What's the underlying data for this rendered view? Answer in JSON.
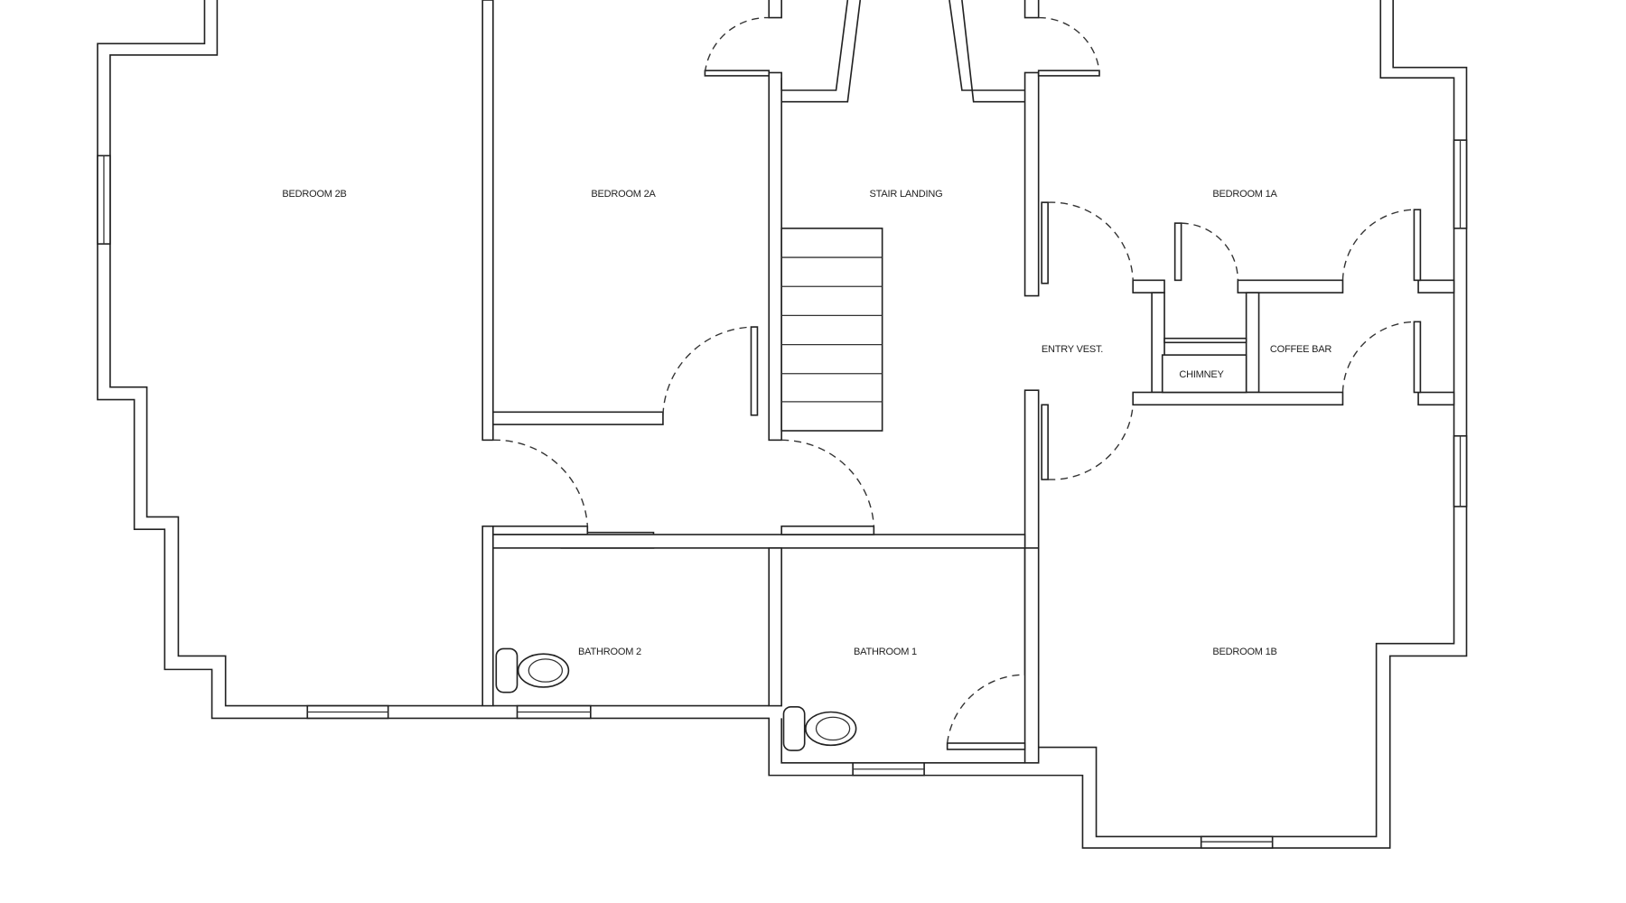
{
  "floor_plan": {
    "rooms": {
      "bedroom_2b": "BEDROOM 2B",
      "bedroom_2a": "BEDROOM 2A",
      "stair_landing": "STAIR LANDING",
      "bedroom_1a": "BEDROOM 1A",
      "entry_vest": "ENTRY VEST.",
      "coffee_bar": "COFFEE BAR",
      "chimney": "CHIMNEY",
      "bathroom_2": "BATHROOM 2",
      "bathroom_1": "BATHROOM 1",
      "bedroom_1b": "BEDROOM 1B"
    },
    "line_color": "#222222",
    "background": "#ffffff"
  }
}
